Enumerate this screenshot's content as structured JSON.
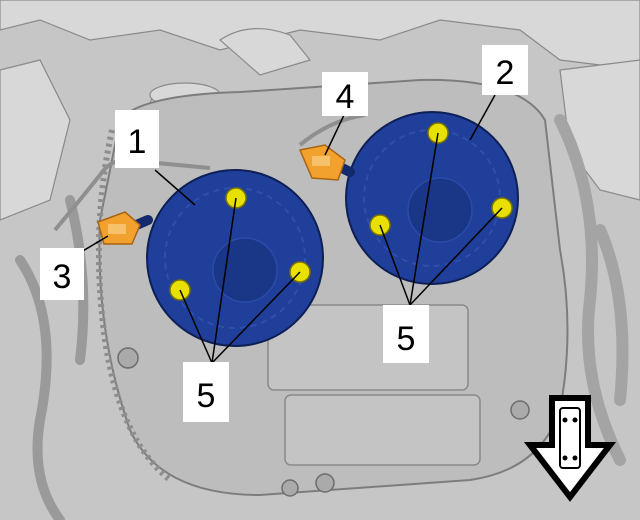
{
  "diagram": {
    "callouts": [
      {
        "id": "callout-1",
        "text": "1"
      },
      {
        "id": "callout-2",
        "text": "2"
      },
      {
        "id": "callout-3",
        "text": "3"
      },
      {
        "id": "callout-4",
        "text": "4"
      },
      {
        "id": "callout-5-left",
        "text": "5"
      },
      {
        "id": "callout-5-right",
        "text": "5"
      }
    ],
    "colors": {
      "horn_body": "#1f3f9a",
      "horn_dark": "#12296e",
      "fastener": "#e8e000",
      "connector": "#f2a12e",
      "background": "#c9c9c9",
      "engine_cover": "#bdbdbd",
      "arrow_fill": "#ffffff",
      "arrow_stroke": "#000000"
    },
    "icons": {
      "orientation": "vehicle-front-arrow-icon"
    }
  }
}
